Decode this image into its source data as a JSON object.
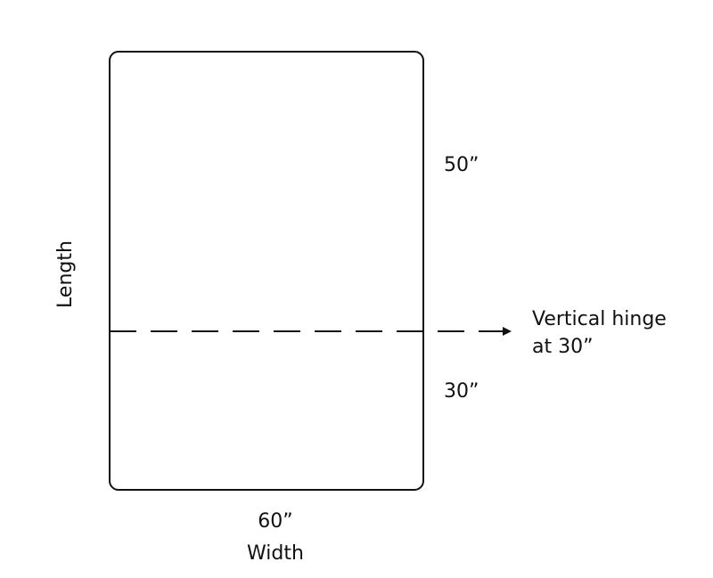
{
  "diagram": {
    "labels": {
      "top_section": "50”",
      "bottom_section": "30”",
      "width_value": "60”",
      "width_label": "Width",
      "length_label": "Length",
      "hinge_line1": "Vertical hinge",
      "hinge_line2": "at 30”"
    },
    "colors": {
      "stroke": "#111111",
      "background": "#ffffff"
    }
  }
}
